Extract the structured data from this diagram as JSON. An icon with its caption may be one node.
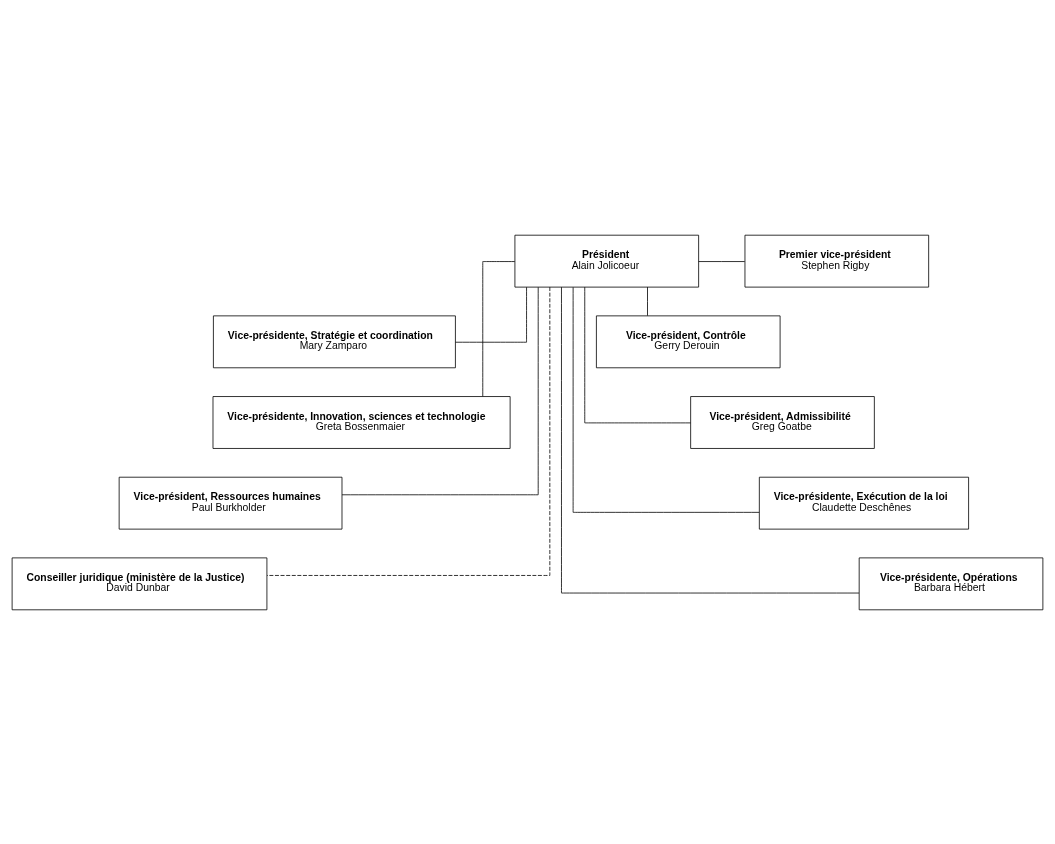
{
  "diagram": {
    "nodes": [
      {
        "text": [
          "Président",
          "Alain Jolicoeur"
        ]
      },
      {
        "text": [
          "Premier vice-président",
          "Stephen Rigby"
        ]
      },
      {
        "text": [
          "Vice-présidente, Stratégie et coordination",
          "Mary Zamparo"
        ]
      },
      {
        "text": [
          "Vice-président, Contrôle",
          "Gerry Derouin"
        ]
      },
      {
        "text": [
          "Vice-présidente, Innovation, sciences et technologie",
          "Greta Bossenmaier"
        ]
      },
      {
        "text": [
          "Vice-président, Admissibilité",
          "Greg Goatbe"
        ]
      },
      {
        "text": [
          "Vice-président, Ressources humaines",
          "Paul Burkholder"
        ]
      },
      {
        "text": [
          "Vice-présidente, Exécution de la loi",
          "Claudette Deschênes"
        ]
      },
      {
        "text": [
          "Conseiller juridique (ministère de la Justice)",
          "David Dunbar"
        ]
      },
      {
        "text": [
          "Vice-présidente, Opérations",
          "Barbara Hébert"
        ]
      }
    ],
    "edges": [
      {
        "from": 0,
        "to": 1,
        "arrow": "none"
      },
      {
        "from": 0,
        "to": 2,
        "arrow": "none"
      },
      {
        "from": 0,
        "to": 3,
        "arrow": "none"
      },
      {
        "from": 0,
        "to": 4,
        "arrow": "none"
      },
      {
        "from": 0,
        "to": 5,
        "arrow": "none"
      },
      {
        "from": 0,
        "to": 6,
        "arrow": "none"
      },
      {
        "from": 0,
        "to": 7,
        "arrow": "none"
      },
      {
        "from": 0,
        "to": 8,
        "arrow": "none",
        "style": "dashed"
      },
      {
        "from": 0,
        "to": 9,
        "arrow": "none"
      }
    ]
  }
}
